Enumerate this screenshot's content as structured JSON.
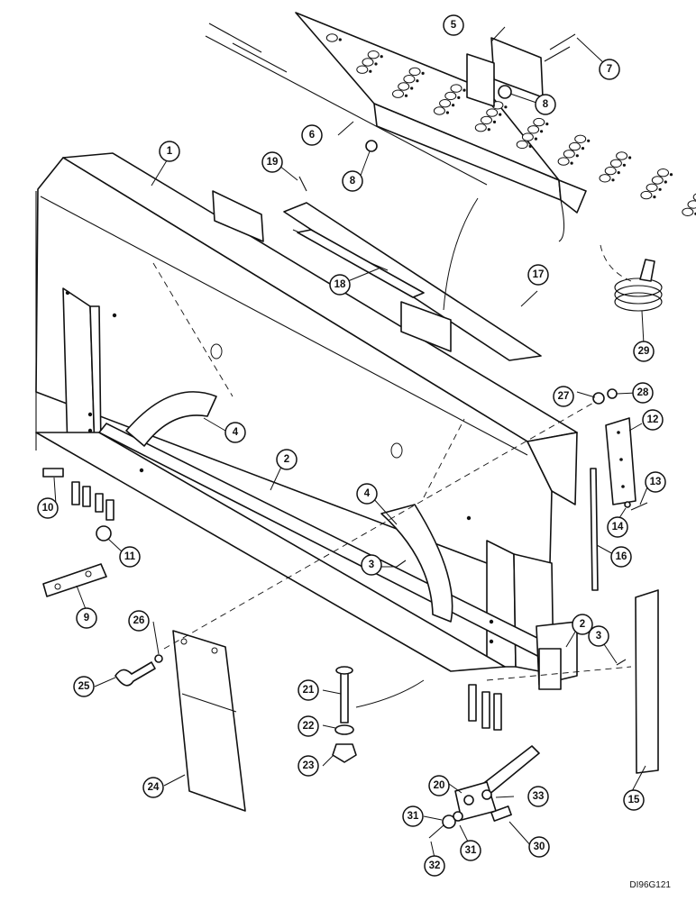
{
  "callouts": [
    {
      "id": "c1",
      "label": "1"
    },
    {
      "id": "c2a",
      "label": "2"
    },
    {
      "id": "c2b",
      "label": "2"
    },
    {
      "id": "c3a",
      "label": "3"
    },
    {
      "id": "c3b",
      "label": "3"
    },
    {
      "id": "c4a",
      "label": "4"
    },
    {
      "id": "c4b",
      "label": "4"
    },
    {
      "id": "c5",
      "label": "5"
    },
    {
      "id": "c6",
      "label": "6"
    },
    {
      "id": "c7",
      "label": "7"
    },
    {
      "id": "c8a",
      "label": "8"
    },
    {
      "id": "c8b",
      "label": "8"
    },
    {
      "id": "c9",
      "label": "9"
    },
    {
      "id": "c10",
      "label": "10"
    },
    {
      "id": "c11",
      "label": "11"
    },
    {
      "id": "c12",
      "label": "12"
    },
    {
      "id": "c13",
      "label": "13"
    },
    {
      "id": "c14",
      "label": "14"
    },
    {
      "id": "c15",
      "label": "15"
    },
    {
      "id": "c16",
      "label": "16"
    },
    {
      "id": "c17",
      "label": "17"
    },
    {
      "id": "c18",
      "label": "18"
    },
    {
      "id": "c19",
      "label": "19"
    },
    {
      "id": "c20",
      "label": "20"
    },
    {
      "id": "c21",
      "label": "21"
    },
    {
      "id": "c22",
      "label": "22"
    },
    {
      "id": "c23",
      "label": "23"
    },
    {
      "id": "c24",
      "label": "24"
    },
    {
      "id": "c25",
      "label": "25"
    },
    {
      "id": "c26",
      "label": "26"
    },
    {
      "id": "c27",
      "label": "27"
    },
    {
      "id": "c28",
      "label": "28"
    },
    {
      "id": "c29",
      "label": "29"
    },
    {
      "id": "c30",
      "label": "30"
    },
    {
      "id": "c31a",
      "label": "31"
    },
    {
      "id": "c31b",
      "label": "31"
    },
    {
      "id": "c32",
      "label": "32"
    },
    {
      "id": "c33",
      "label": "33"
    }
  ],
  "drawing_code": "DI96G121"
}
